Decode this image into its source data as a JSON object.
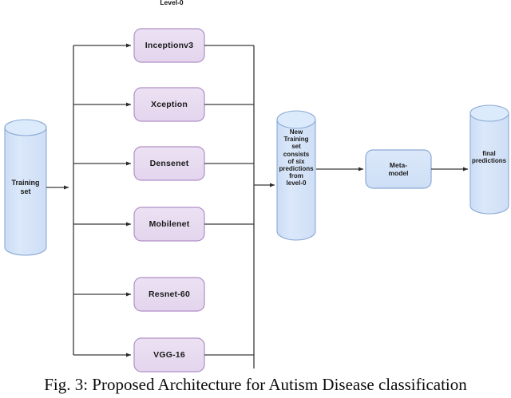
{
  "figure": {
    "caption": "Fig. 3: Proposed Architecture for Autism Disease classification",
    "level_label": "Level-0"
  },
  "colors": {
    "model_box_fill": "#e8dcf0",
    "model_box_stroke": "#b08fc7",
    "cylinder_fill": "#d4e3f7",
    "cylinder_stroke": "#8aa9d6",
    "meta_box_fill": "#d4e3f7",
    "meta_box_stroke": "#8aa9d6",
    "connector": "#3a3a3a",
    "text": "#1a1a1a"
  },
  "nodes": {
    "input_cylinder": {
      "label": "Training\nset",
      "line1": "Training",
      "line2": "set"
    },
    "models": [
      {
        "id": "inceptionv3",
        "label": "Inceptionv3"
      },
      {
        "id": "xception",
        "label": "Xception"
      },
      {
        "id": "densenet",
        "label": "Densenet"
      },
      {
        "id": "mobilenet",
        "label": "Mobilenet"
      },
      {
        "id": "resnet60",
        "label": "Resnet-60"
      },
      {
        "id": "vgg16",
        "label": "VGG-16"
      }
    ],
    "new_training_cylinder": {
      "lines": [
        "New",
        "Training",
        "set",
        "consists",
        "of six",
        "predictions",
        "from",
        "level-0"
      ]
    },
    "meta_model": {
      "line1": "Meta-",
      "line2": "model"
    },
    "final_predictions": {
      "line1": "final",
      "line2": "predictions"
    }
  }
}
